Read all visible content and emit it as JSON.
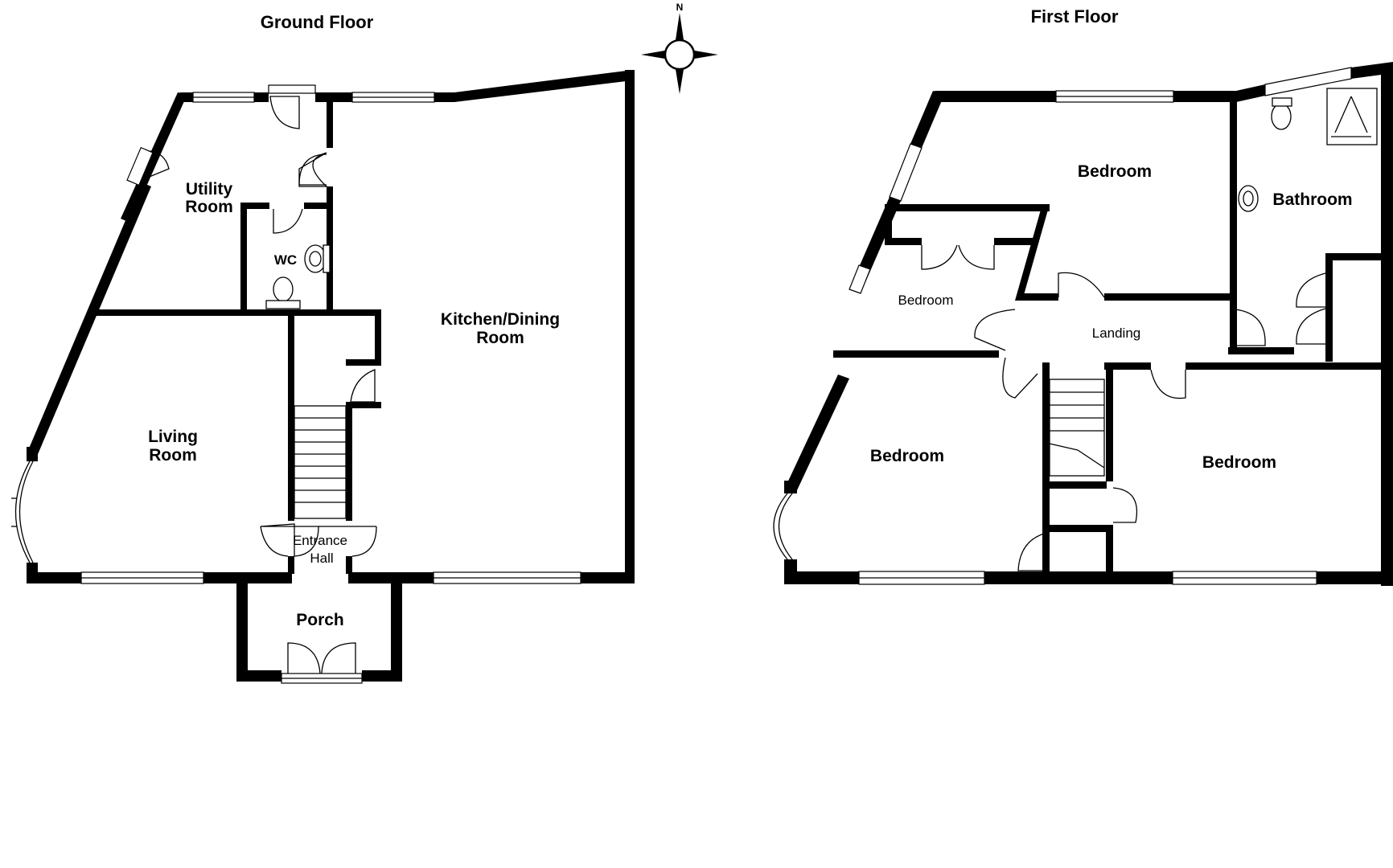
{
  "floors": {
    "ground": {
      "title": "Ground Floor",
      "rooms": {
        "utility": [
          "Utility",
          "Room"
        ],
        "wc": "WC",
        "kitchen": [
          "Kitchen/Dining",
          "Room"
        ],
        "living": [
          "Living",
          "Room"
        ],
        "hall": [
          "Entrance",
          "Hall"
        ],
        "porch": "Porch"
      }
    },
    "first": {
      "title": "First Floor",
      "rooms": {
        "bedroom_top": "Bedroom",
        "bathroom": "Bathroom",
        "bedroom_small": "Bedroom",
        "landing": "Landing",
        "bedroom_left": "Bedroom",
        "bedroom_right": "Bedroom"
      }
    }
  },
  "compass": {
    "north_label": "N"
  }
}
